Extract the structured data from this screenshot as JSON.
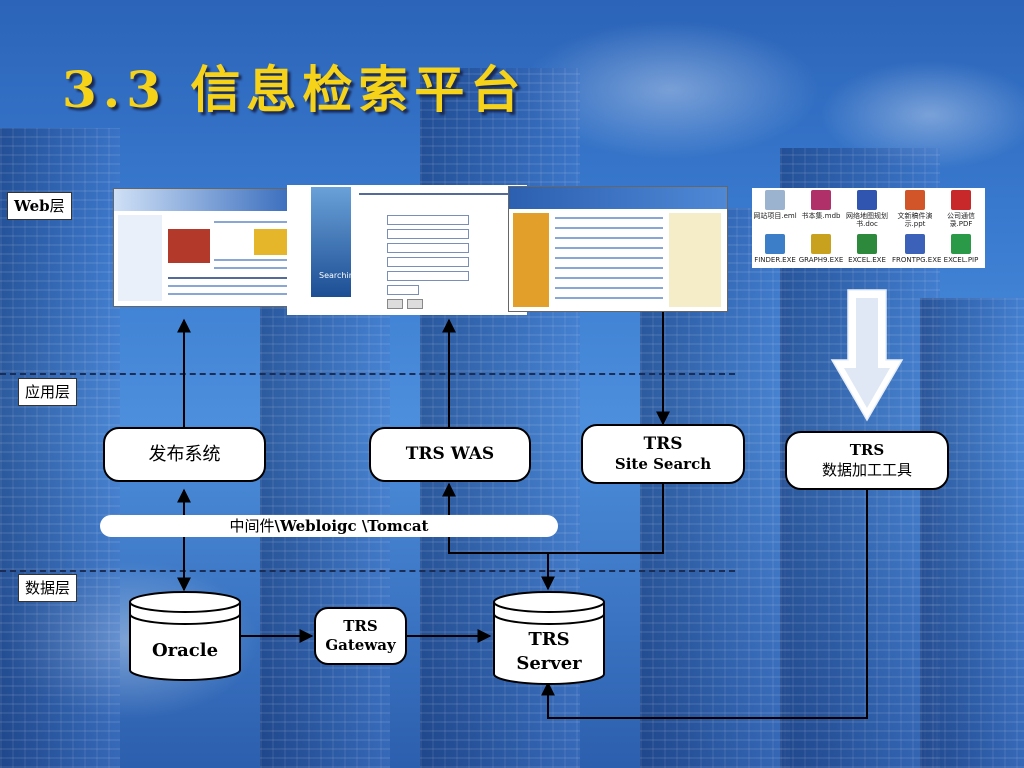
{
  "title": "3.3 信息检索平台",
  "layers": {
    "web": {
      "prefix": "Web",
      "suffix": "层"
    },
    "app": "应用层",
    "data": "数据层"
  },
  "nodes": {
    "publish": "发布系统",
    "trs_was": "TRS WAS",
    "site_search_line1": "TRS",
    "site_search_line2": "Site Search",
    "tool_line1": "TRS",
    "tool_line2": "数据加工工具",
    "middleware_prefix": "中间件",
    "middleware_bold": "\\Webloigc \\Tomcat",
    "oracle": "Oracle",
    "gateway_line1": "TRS",
    "gateway_line2": "Gateway",
    "server_line1": "TRS",
    "server_line2": "Server"
  },
  "thumb_search": {
    "label": "Searching..."
  },
  "file_icons": [
    {
      "label": "网站项目.eml",
      "color": "#9bb3cf"
    },
    {
      "label": "书本集.mdb",
      "color": "#b0306a"
    },
    {
      "label": "网络地图规划书.doc",
      "color": "#2f55b0"
    },
    {
      "label": "文新稿件演示.ppt",
      "color": "#d2552a"
    },
    {
      "label": "公司通信录.PDF",
      "color": "#c8282a"
    },
    {
      "label": "FINDER.EXE",
      "color": "#3c7fc8"
    },
    {
      "label": "GRAPH9.EXE",
      "color": "#c8a21e"
    },
    {
      "label": "EXCEL.EXE",
      "color": "#2d8a3c"
    },
    {
      "label": "FRONTPG.EXE",
      "color": "#3b62b8"
    },
    {
      "label": "EXCEL.PIP",
      "color": "#2a9a48"
    }
  ],
  "colors": {
    "title": "#f6d318",
    "arrow": "#000000",
    "tool_arrow": "#ffffff"
  }
}
